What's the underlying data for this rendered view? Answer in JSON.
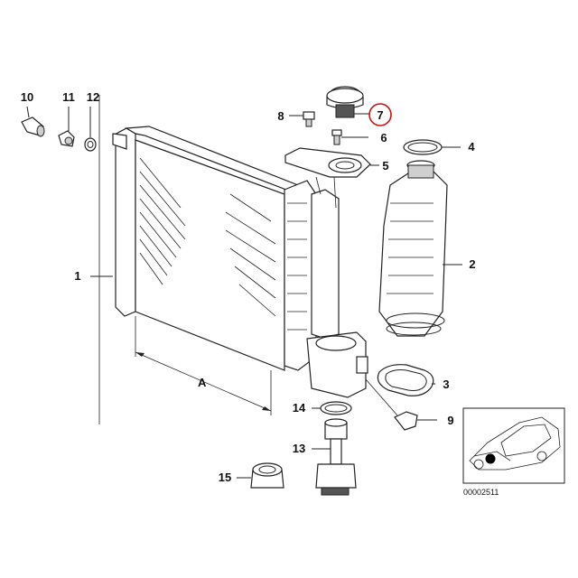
{
  "callouts": [
    {
      "id": "1",
      "text": "1"
    },
    {
      "id": "2",
      "text": "2"
    },
    {
      "id": "3",
      "text": "3"
    },
    {
      "id": "4",
      "text": "4"
    },
    {
      "id": "5",
      "text": "5"
    },
    {
      "id": "6",
      "text": "6"
    },
    {
      "id": "7",
      "text": "7",
      "highlight_color": "#cc1111"
    },
    {
      "id": "8",
      "text": "8"
    },
    {
      "id": "9",
      "text": "9"
    },
    {
      "id": "10",
      "text": "10"
    },
    {
      "id": "11",
      "text": "11"
    },
    {
      "id": "12",
      "text": "12"
    },
    {
      "id": "13",
      "text": "13"
    },
    {
      "id": "14",
      "text": "14"
    },
    {
      "id": "15",
      "text": "15"
    }
  ],
  "dimension_label": "A",
  "diagram_code": "00002511",
  "colors": {
    "line": "#222222",
    "highlight": "#cc1111",
    "background": "#ffffff"
  }
}
